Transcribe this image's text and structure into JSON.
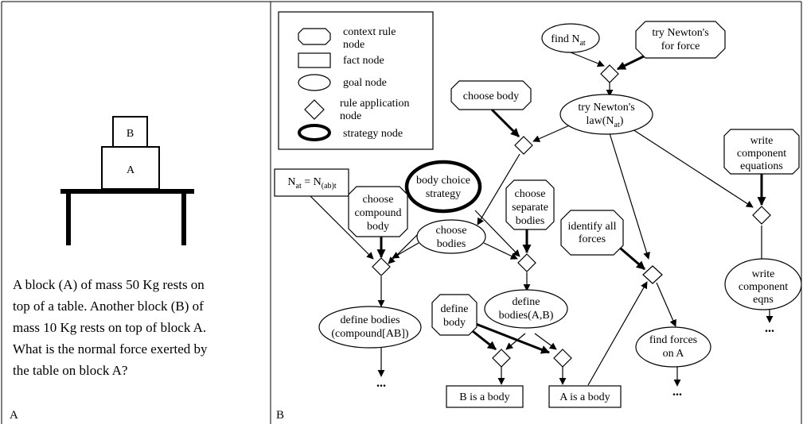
{
  "panel_a": {
    "label": "A",
    "block_b": "B",
    "block_a": "A",
    "problem_lines": [
      "A block (A) of mass 50 Kg rests on",
      "top of  a table. Another block (B) of",
      "mass 10 Kg rests on top of block A.",
      "What is the normal force  exerted by",
      "the table on block A?"
    ]
  },
  "panel_b": {
    "label": "B",
    "legend": [
      {
        "lines": [
          "context rule",
          "node"
        ]
      },
      {
        "lines": [
          "fact node"
        ]
      },
      {
        "lines": [
          "goal node"
        ]
      },
      {
        "lines": [
          "rule application",
          "node"
        ]
      },
      {
        "lines": [
          "strategy node"
        ]
      }
    ],
    "nodes": {
      "find_nat": {
        "main": "find N",
        "sub": "at"
      },
      "try_newton_force": {
        "lines": [
          "try Newton's",
          "for force"
        ]
      },
      "choose_body": {
        "lines": [
          "choose body"
        ]
      },
      "try_newton_law": {
        "line1": "try Newton's",
        "line2_pre": "law(N",
        "line2_sub": "at",
        "line2_post": ")"
      },
      "write_component_equations": {
        "lines": [
          "write",
          "component",
          "equations"
        ]
      },
      "fact_nat": {
        "a": "N",
        "a_sub": "at",
        "mid": " = N",
        "b_sub": "(ab)t"
      },
      "body_choice_strategy": {
        "lines": [
          "body choice",
          "strategy"
        ]
      },
      "choose_compound_body": {
        "lines": [
          "choose",
          "compound",
          "body"
        ]
      },
      "choose_separate_bodies": {
        "lines": [
          "choose",
          "separate",
          "bodies"
        ]
      },
      "choose_bodies": {
        "lines": [
          "choose",
          "bodies"
        ]
      },
      "identify_all_forces": {
        "lines": [
          "identify all",
          "forces"
        ]
      },
      "define_bodies_compound": {
        "lines": [
          "define bodies",
          "(compound[AB])"
        ]
      },
      "define_body": {
        "lines": [
          "define",
          "body"
        ]
      },
      "define_bodies_ab": {
        "lines": [
          "define",
          "bodies(A,B)"
        ]
      },
      "write_component_eqns": {
        "lines": [
          "write",
          "component",
          "eqns"
        ]
      },
      "find_forces_on_a": {
        "lines": [
          "find forces",
          "on A"
        ]
      },
      "b_is_a_body": {
        "lines": [
          "B is a body"
        ]
      },
      "a_is_a_body": {
        "lines": [
          "A is a body"
        ]
      }
    },
    "ellipsis": "..."
  }
}
